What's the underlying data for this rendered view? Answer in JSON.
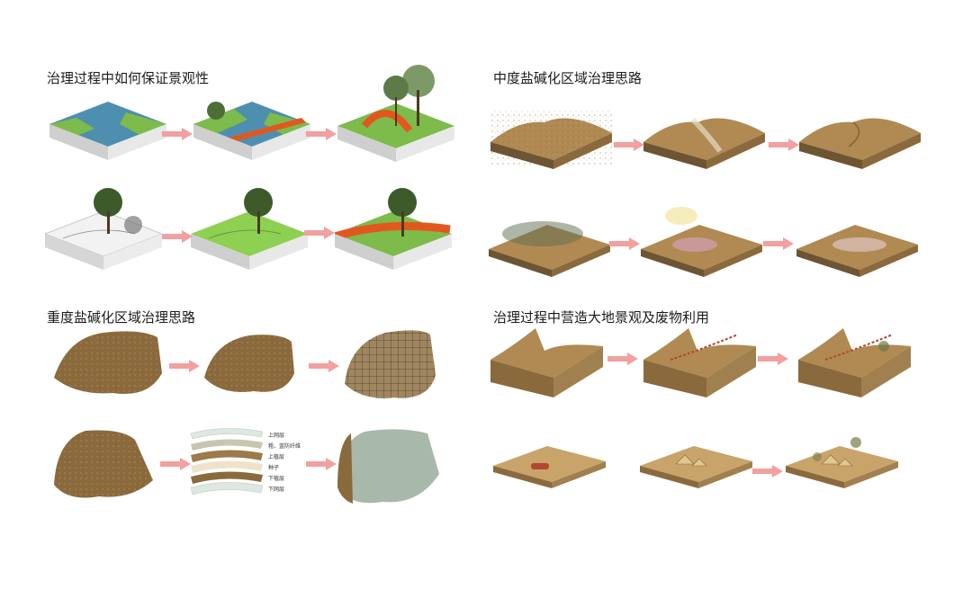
{
  "sections": {
    "landscape": {
      "title": "治理过程中如何保证景观性"
    },
    "moderate": {
      "title": "中度盐碱化区域治理思路"
    },
    "severe": {
      "title": "重度盐碱化区域治理思路"
    },
    "earthwork": {
      "title": "治理过程中营造大地景观及废物利用"
    }
  },
  "layer_labels": [
    "上网层",
    "粗、蓝防纤维",
    "上植层",
    "种子",
    "下植层",
    "下网层"
  ],
  "colors": {
    "water": "#4e8fb0",
    "grass": "#7dbb4a",
    "soil": "#b08a52",
    "rock": "#8a6a3c",
    "path": "#e2571f",
    "arrow": "#f2a0a0"
  }
}
